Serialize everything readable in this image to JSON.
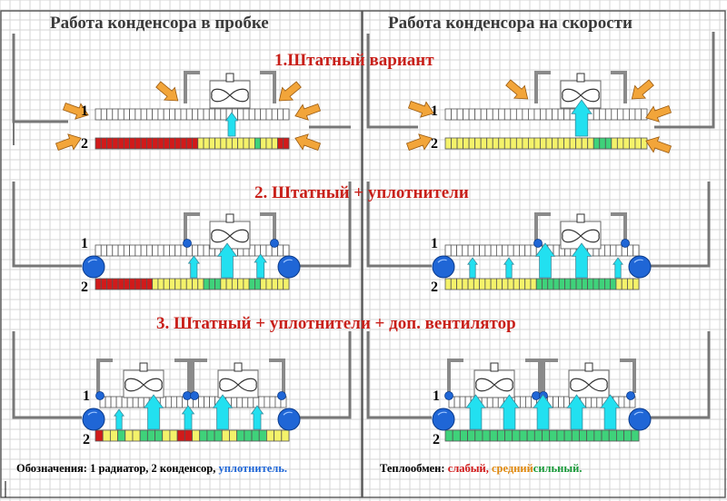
{
  "headings": {
    "left": "Работа конденсора в пробке",
    "right": "Работа конденсора на скорости"
  },
  "sections": {
    "s1": "1.Штатный вариант",
    "s2": "2. Штатный + уплотнители",
    "s3": "3. Штатный  + уплотнители + доп. вентилятор"
  },
  "labels": {
    "radiator": "1",
    "condenser": "2"
  },
  "legend": {
    "prefix": "Обозначения: 1 радиатор, 2 конденсор, ",
    "seal": "уплотнитель.",
    "heat_prefix": "Теплообмен: ",
    "weak": "слабый,",
    "medium": "средний",
    "strong": "сильный."
  },
  "colors": {
    "weak": "#d11a1a",
    "medium": "#f4f26a",
    "strong": "#3fd27a",
    "seal": "#1f66d6",
    "arrow_in": "#f2a53a",
    "arrow_up": "#22e0f0"
  },
  "condenser_rows": {
    "left_1": [
      "r",
      "r",
      "r",
      "r",
      "r",
      "r",
      "r",
      "r",
      "r",
      "r",
      "r",
      "r",
      "r",
      "r",
      "r",
      "r",
      "r",
      "r",
      "y",
      "y",
      "y",
      "y",
      "y",
      "y",
      "y",
      "y",
      "y",
      "y",
      "g",
      "y",
      "y",
      "y",
      "r",
      "r"
    ],
    "right_1": [
      "y",
      "y",
      "y",
      "y",
      "y",
      "y",
      "y",
      "y",
      "y",
      "y",
      "y",
      "y",
      "y",
      "y",
      "y",
      "y",
      "y",
      "y",
      "y",
      "y",
      "y",
      "y",
      "y",
      "y",
      "y",
      "g",
      "g",
      "g",
      "y",
      "y",
      "y",
      "y",
      "y",
      "y"
    ],
    "left_2": [
      "r",
      "r",
      "r",
      "r",
      "r",
      "r",
      "r",
      "r",
      "r",
      "r",
      "y",
      "y",
      "y",
      "y",
      "y",
      "y",
      "y",
      "y",
      "y",
      "g",
      "g",
      "g",
      "y",
      "y",
      "y",
      "y",
      "y",
      "g",
      "g",
      "y",
      "y",
      "y",
      "y",
      "y"
    ],
    "right_2": [
      "y",
      "y",
      "y",
      "y",
      "y",
      "y",
      "y",
      "y",
      "y",
      "y",
      "y",
      "y",
      "y",
      "y",
      "y",
      "y",
      "g",
      "g",
      "g",
      "g",
      "g",
      "g",
      "g",
      "g",
      "g",
      "g",
      "g",
      "g",
      "g",
      "g",
      "y",
      "y",
      "y",
      "y"
    ],
    "left_3": [
      "r",
      "y",
      "y",
      "g",
      "y",
      "y",
      "g",
      "g",
      "g",
      "y",
      "y",
      "r",
      "r",
      "y",
      "g",
      "g",
      "g",
      "y",
      "y",
      "g",
      "g",
      "g",
      "g",
      "y",
      "y",
      "y"
    ],
    "right_3": [
      "g",
      "g",
      "g",
      "g",
      "g",
      "g",
      "g",
      "g",
      "g",
      "g",
      "g",
      "g",
      "g",
      "g",
      "g",
      "g",
      "g",
      "g",
      "g",
      "g",
      "g",
      "g",
      "g",
      "g",
      "g",
      "g"
    ]
  },
  "flow_arrows": {
    "left_1": [
      1.0
    ],
    "right_1": [
      1.7
    ],
    "left_2": [
      0.9,
      1.6,
      1.0
    ],
    "right_2": [
      0.8,
      0.8,
      1.6,
      1.6,
      0.8
    ],
    "left_3": [
      0.8,
      1.6,
      1.0,
      1.6,
      1.0
    ],
    "right_3": [
      1.6,
      1.6,
      1.6,
      1.6,
      1.6
    ]
  }
}
